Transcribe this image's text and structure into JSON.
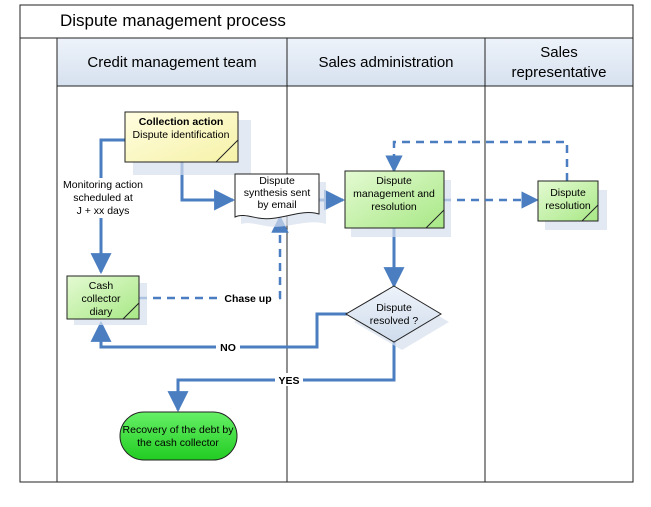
{
  "title": "Dispute management process",
  "lanes": [
    {
      "label": "Credit management team"
    },
    {
      "label": "Sales administration"
    },
    {
      "label_line1": "Sales",
      "label_line2": "representative"
    }
  ],
  "nodes": {
    "collection": {
      "title": "Collection action",
      "subtitle": "Dispute identification"
    },
    "cash_diary": {
      "line1": "Cash",
      "line2": "collector",
      "line3": "diary"
    },
    "synthesis": {
      "line1": "Dispute",
      "line2": "synthesis sent",
      "line3": "by email"
    },
    "dispute_mgmt": {
      "line1": "Dispute",
      "line2": "management and",
      "line3": "resolution"
    },
    "dispute_resolution": {
      "line1": "Dispute",
      "line2": "resolution"
    },
    "decision": {
      "line1": "Dispute",
      "line2": "resolved ?"
    },
    "recovery": {
      "line1": "Recovery of the debt by",
      "line2": "the cash collector"
    }
  },
  "labels": {
    "monitoring_line1": "Monitoring action",
    "monitoring_line2": "scheduled at",
    "monitoring_line3": "J + xx days",
    "chase_up": "Chase up",
    "no": "NO",
    "yes": "YES"
  },
  "colors": {
    "flow": "#4a7ec0",
    "collection_fill": "#fdfbc8",
    "process_fill": "#bff0a0",
    "terminal_fill": "#3ddf3d",
    "header_fill": "#dce6f2",
    "decision_fill": "#dce6f2"
  }
}
